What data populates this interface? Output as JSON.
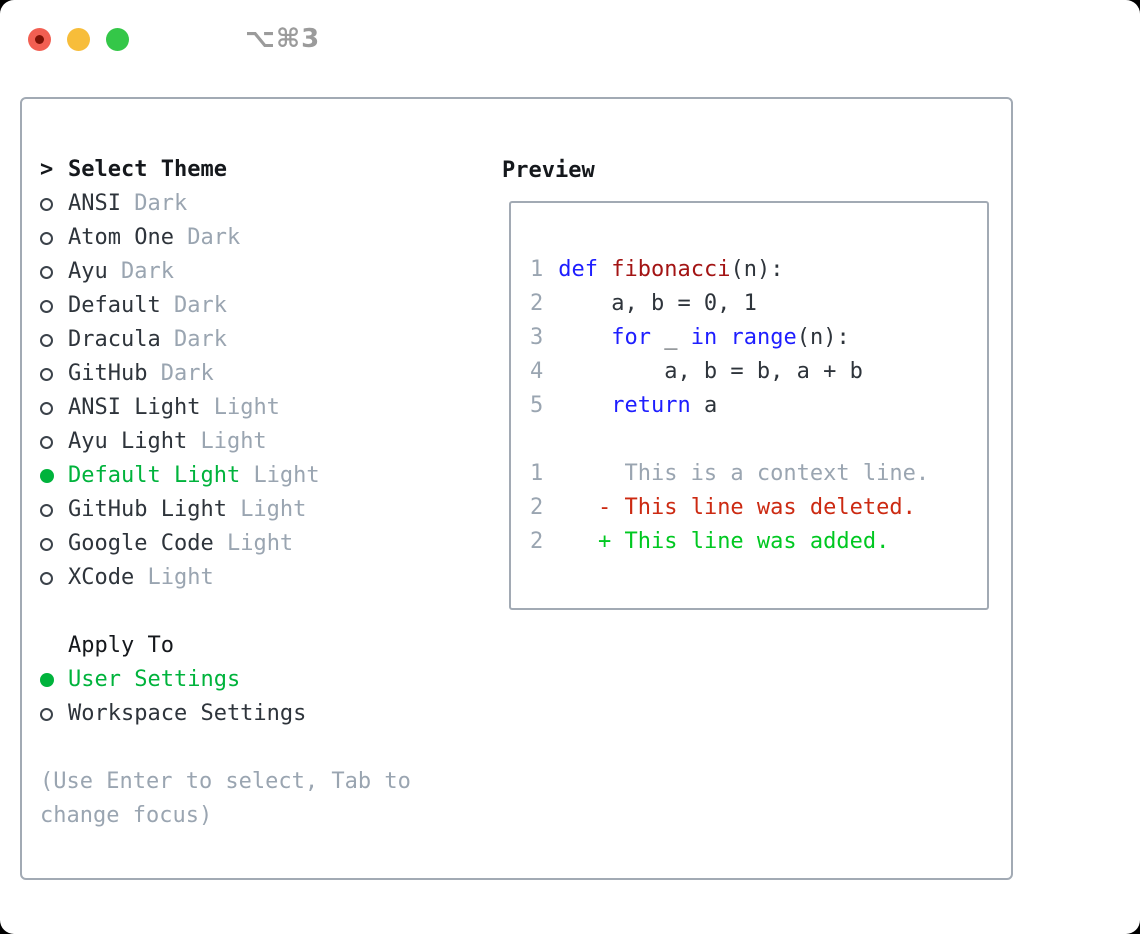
{
  "window": {
    "shortcut": "⌥⌘3"
  },
  "traffic_lights": {
    "close": "red-with-dot",
    "minimize": "yellow",
    "zoom": "green"
  },
  "theme_panel": {
    "title_prefix": ">",
    "title": "Select Theme",
    "items": [
      {
        "name": "ANSI",
        "variant": "Dark",
        "selected": false
      },
      {
        "name": "Atom One",
        "variant": "Dark",
        "selected": false
      },
      {
        "name": "Ayu",
        "variant": "Dark",
        "selected": false
      },
      {
        "name": "Default",
        "variant": "Dark",
        "selected": false
      },
      {
        "name": "Dracula",
        "variant": "Dark",
        "selected": false
      },
      {
        "name": "GitHub",
        "variant": "Dark",
        "selected": false
      },
      {
        "name": "ANSI Light",
        "variant": "Light",
        "selected": false
      },
      {
        "name": "Ayu Light",
        "variant": "Light",
        "selected": false
      },
      {
        "name": "Default Light",
        "variant": "Light",
        "selected": true
      },
      {
        "name": "GitHub Light",
        "variant": "Light",
        "selected": false
      },
      {
        "name": "Google Code",
        "variant": "Light",
        "selected": false
      },
      {
        "name": "XCode",
        "variant": "Light",
        "selected": false
      }
    ]
  },
  "apply_to": {
    "title": "Apply To",
    "options": [
      {
        "label": "User Settings",
        "selected": true
      },
      {
        "label": "Workspace Settings",
        "selected": false
      }
    ]
  },
  "hint": "(Use Enter to select, Tab to\nchange focus)",
  "preview": {
    "title": "Preview",
    "lines": [
      {
        "num": "1",
        "segments": [
          {
            "t": "def",
            "c": "keyword"
          },
          {
            "t": " ",
            "c": "plain"
          },
          {
            "t": "fibonacci",
            "c": "function"
          },
          {
            "t": "(n):",
            "c": "plain"
          }
        ]
      },
      {
        "num": "2",
        "segments": [
          {
            "t": "    a, b = 0, 1",
            "c": "plain"
          }
        ]
      },
      {
        "num": "3",
        "segments": [
          {
            "t": "    ",
            "c": "plain"
          },
          {
            "t": "for",
            "c": "keyword"
          },
          {
            "t": " _ ",
            "c": "plain"
          },
          {
            "t": "in",
            "c": "keyword"
          },
          {
            "t": " ",
            "c": "plain"
          },
          {
            "t": "range",
            "c": "keyword"
          },
          {
            "t": "(n):",
            "c": "plain"
          }
        ]
      },
      {
        "num": "4",
        "segments": [
          {
            "t": "        a, b = b, a + b",
            "c": "plain"
          }
        ]
      },
      {
        "num": "5",
        "segments": [
          {
            "t": "    ",
            "c": "plain"
          },
          {
            "t": "return",
            "c": "keyword"
          },
          {
            "t": " a",
            "c": "plain"
          }
        ]
      },
      {
        "num": "",
        "segments": []
      },
      {
        "num": "1",
        "segments": [
          {
            "t": "     This is a context line.",
            "c": "context"
          }
        ]
      },
      {
        "num": "2",
        "segments": [
          {
            "t": "   ",
            "c": "plain"
          },
          {
            "t": "- This line was deleted.",
            "c": "deleted"
          }
        ]
      },
      {
        "num": "2",
        "segments": [
          {
            "t": "   ",
            "c": "plain"
          },
          {
            "t": "+ This line was added.",
            "c": "added"
          }
        ]
      }
    ]
  },
  "colors": {
    "selection_green": "#00b33c",
    "added_green": "#00c821",
    "deleted_red": "#cc2a12",
    "keyword_blue": "#1e1eff",
    "function_red": "#a31414",
    "muted_gray": "#9aa5b1",
    "border_gray": "#a2aab4"
  }
}
